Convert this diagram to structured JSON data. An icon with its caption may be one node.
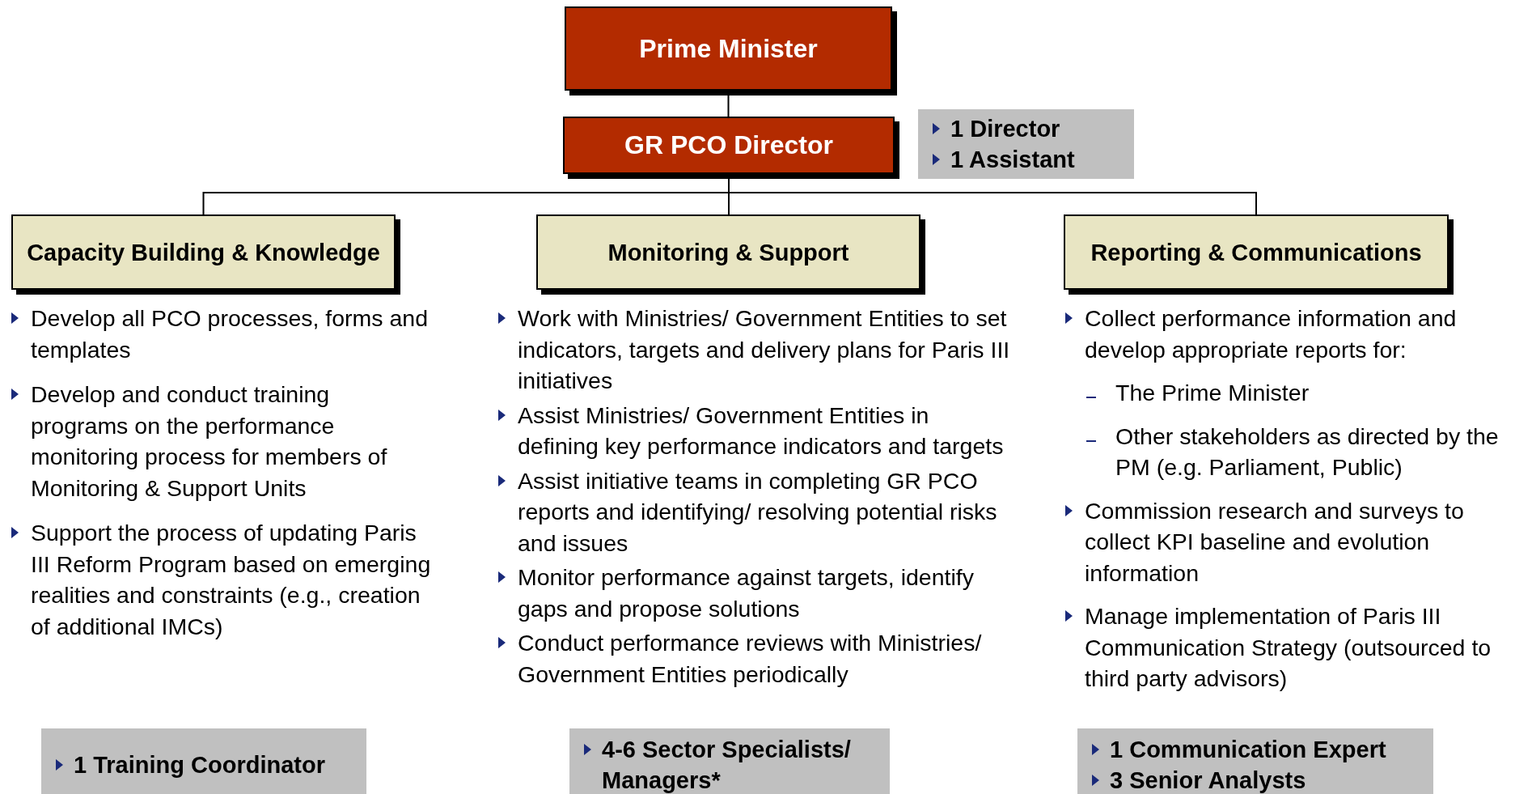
{
  "diagram": {
    "nodes": [
      {
        "text": [
          "Prime Minister"
        ]
      },
      {
        "text": [
          "GR PCO Director"
        ]
      },
      {
        "text": [
          "1 Director",
          "1 Assistant"
        ]
      },
      {
        "text": [
          "Capacity Building & Knowledge"
        ],
        "beside": [
          "Develop all PCO processes, forms and templates",
          "Develop and conduct training programs on the performance monitoring process for members of Monitoring & Support Units",
          "Support the process of updating Paris III Reform Program based on emerging realities and constraints (e.g., creation of additional IMCs)"
        ]
      },
      {
        "text": [
          "Monitoring & Support"
        ],
        "beside": [
          "Work with Ministries/ Government Entities to set indicators, targets and delivery plans for Paris III initiatives",
          "Assist Ministries/ Government Entities in defining key performance indicators and targets",
          "Assist initiative teams in completing GR PCO reports and identifying/ resolving potential risks and issues",
          "Monitor performance against targets, identify gaps and propose solutions",
          "Conduct performance reviews with Ministries/ Government Entities periodically"
        ]
      },
      {
        "text": [
          "Reporting & Communications"
        ],
        "beside": [
          "Collect performance information and develop appropriate reports for:",
          "The Prime Minister",
          "Other stakeholders as directed by the PM (e.g. Parliament, Public)",
          "Commission research and surveys to collect KPI baseline and evolution information",
          "Manage implementation of Paris III Communication Strategy (outsourced to third party advisors)"
        ]
      },
      {
        "text": [
          "1 Training Coordinator"
        ]
      },
      {
        "text": [
          "4-6 Sector Specialists/ Managers*"
        ]
      },
      {
        "text": [
          "1 Communication Expert",
          "3 Senior Analysts"
        ]
      }
    ],
    "edges": [
      {
        "from": 0,
        "to": 1,
        "arrow": "none"
      },
      {
        "from": 1,
        "to": 3,
        "arrow": "none"
      },
      {
        "from": 1,
        "to": 4,
        "arrow": "none"
      },
      {
        "from": 1,
        "to": 5,
        "arrow": "none"
      }
    ]
  }
}
